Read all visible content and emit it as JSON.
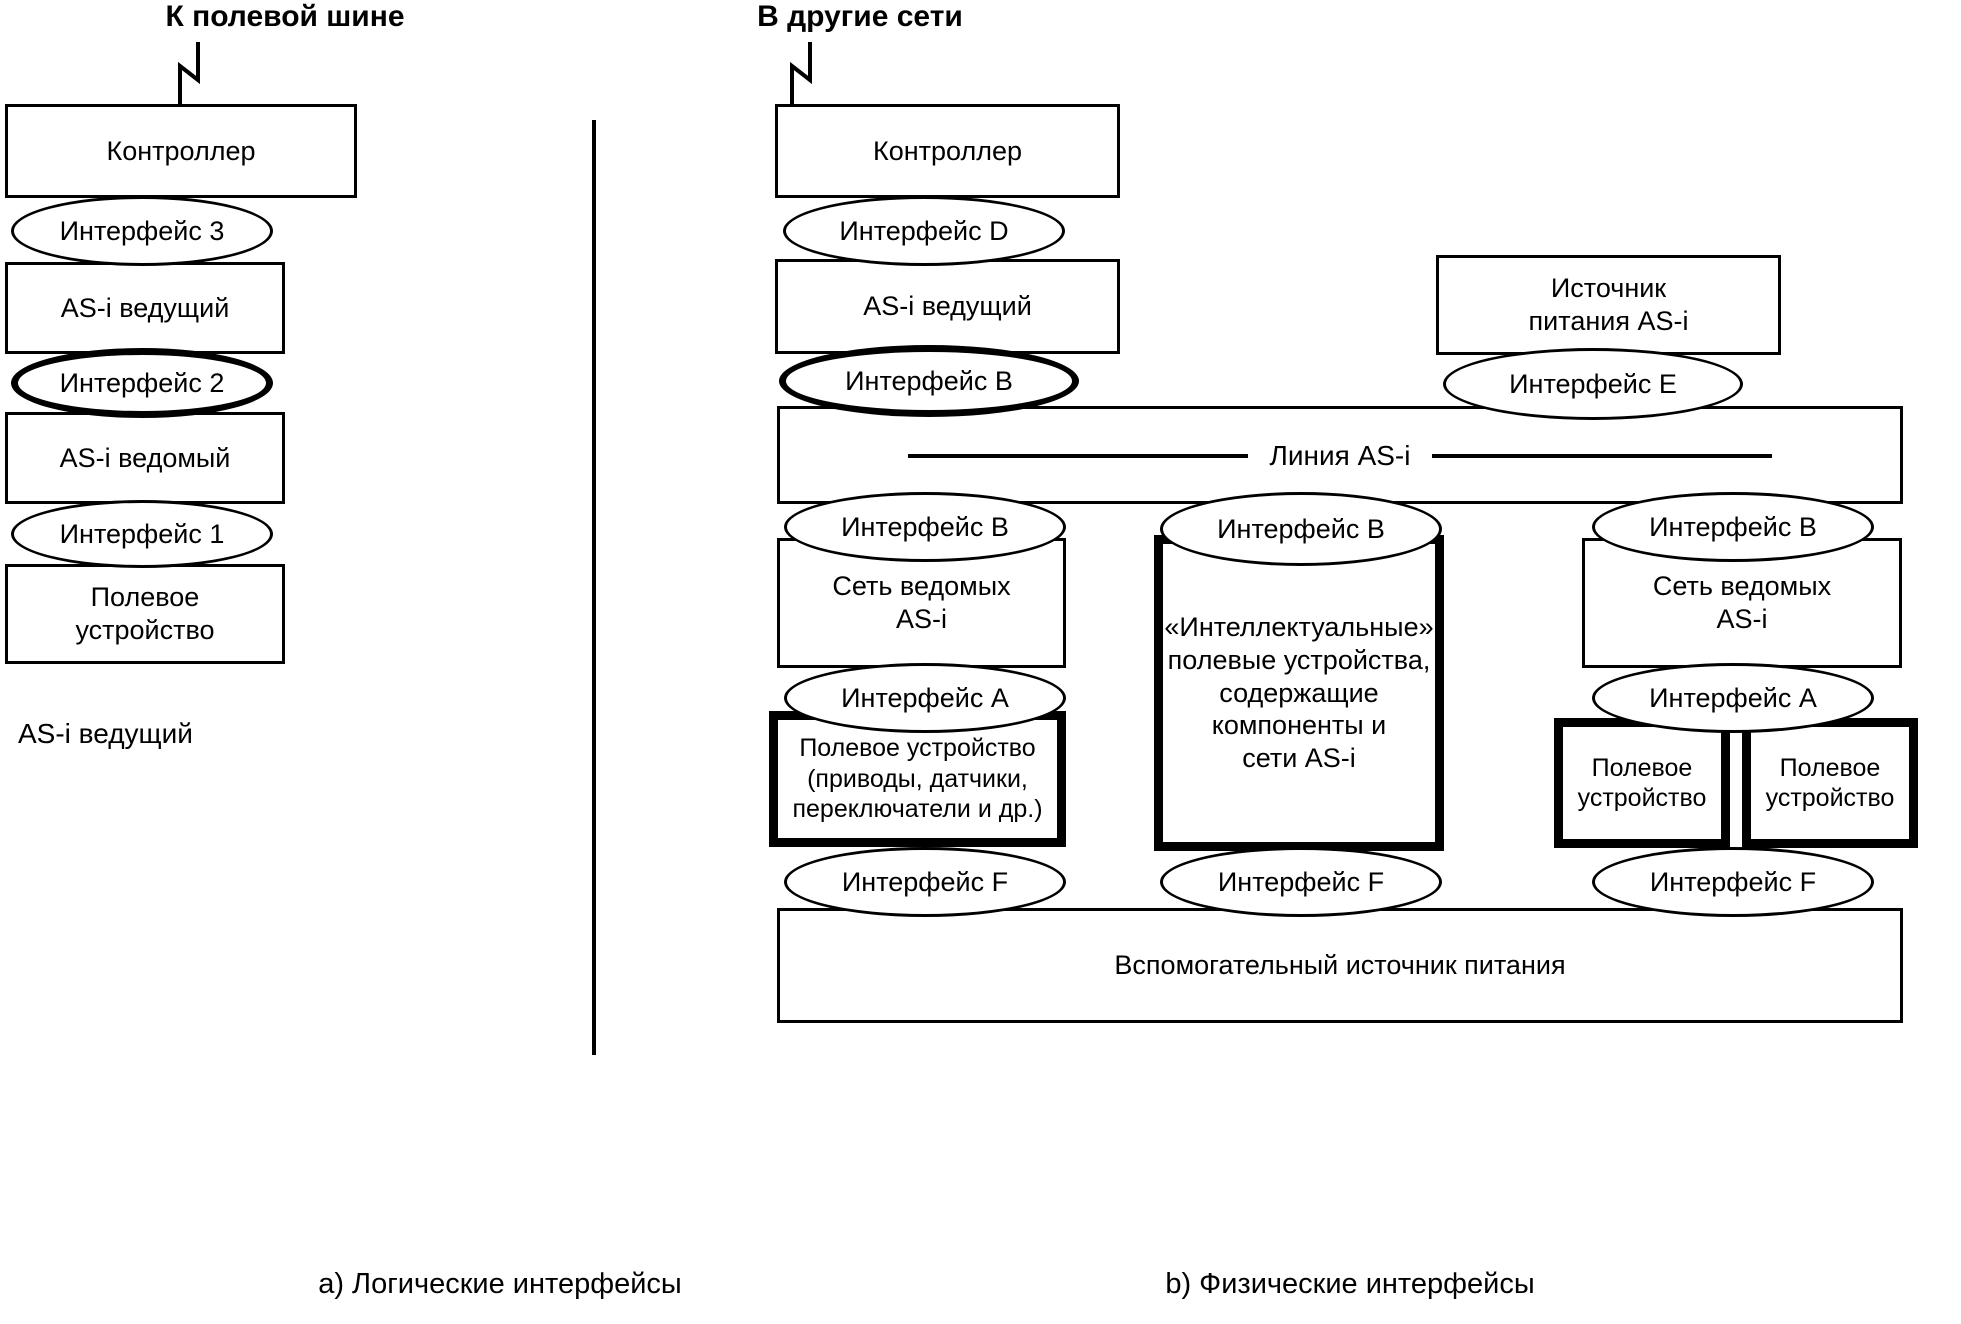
{
  "diagram": {
    "title_left": "К полевой шине",
    "title_right": "В другие сети",
    "caption_left": "a) Логические интерфейсы",
    "caption_right": "b) Физические интерфейсы",
    "legend_left": "AS-i ведущий"
  },
  "left_stack": {
    "controller": "Контроллер",
    "interface_3": "Интерфейс 3",
    "master": "AS-i ведущий",
    "interface_2": "Интерфейс 2",
    "slave": "AS-i ведомый",
    "interface_1": "Интерфейс 1",
    "field_device": "Полевое\nустройство"
  },
  "right_stack": {
    "controller": "Контроллер",
    "interface_d": "Интерфейс D",
    "master": "AS-i ведущий",
    "interface_b_master": "Интерфейс B",
    "power_supply": "Источник\nпитания AS-i",
    "interface_e": "Интерфейс E",
    "as_i_line": "Линия AS-i",
    "interface_b_left": "Интерфейс B",
    "interface_b_mid": "Интерфейс B",
    "interface_b_right": "Интерфейс B",
    "slave_network_left": "Сеть ведомых\nAS-i",
    "slave_network_right": "Сеть ведомых\nAS-i",
    "smart_devices": "«Интеллектуальные»\nполевые устройства,\nсодержащие\nкомпоненты и\nсети  AS-i",
    "interface_a_left": "Интерфейс A",
    "interface_a_right": "Интерфейс A",
    "field_device_left": "Полевое устройство\n(приводы, датчики,\nпереключатели и др.)",
    "field_device_r1": "Полевое\nустройство",
    "field_device_r2": "Полевое\nустройство",
    "interface_f_left": "Интерфейс F",
    "interface_f_mid": "Интерфейс F",
    "interface_f_right": "Интерфейс F",
    "aux_power": "Вспомогательный источник питания"
  },
  "colors": {
    "stroke": "#000000",
    "background": "#ffffff"
  }
}
